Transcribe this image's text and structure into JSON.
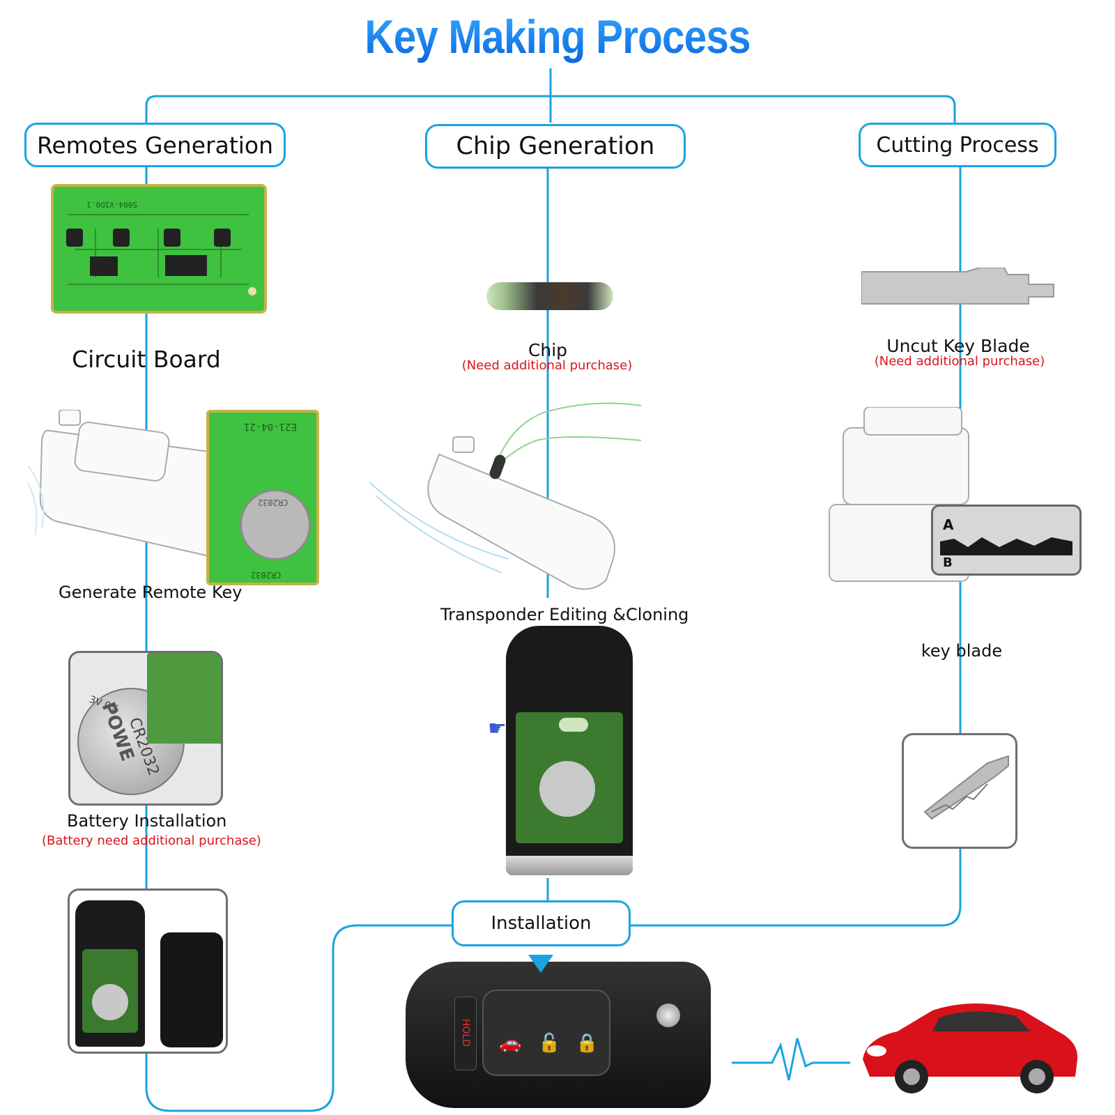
{
  "title": "Key Making Process",
  "colors": {
    "accent": "#1aa3e0",
    "title": "#0a84f0",
    "note": "#d9141b"
  },
  "columns": {
    "remotes": {
      "header": "Remotes Generation",
      "step1": "Circuit Board",
      "step2": "Generate Remote Key",
      "step3": "Battery Installation",
      "step3_note": "(Battery need additional purchase)"
    },
    "chip": {
      "header": "Chip Generation",
      "step1": "Chip",
      "step1_note": "(Need additional purchase)",
      "step2": "Transponder Editing &Cloning"
    },
    "cutting": {
      "header": "Cutting Process",
      "step1": "Uncut Key  Blade",
      "step1_note": "(Need additional purchase)",
      "step2": "key blade",
      "machine_marks": [
        "A",
        "B"
      ]
    }
  },
  "installation": "Installation",
  "pcb_texts": [
    "S004-V1D0.1",
    "E21-04-21",
    "CR2032",
    "CR2032"
  ],
  "key_buttons": [
    "HOLD"
  ],
  "battery_text": [
    "3V 0%",
    "POWE",
    "CR2032"
  ],
  "icons": [
    "circuit-board",
    "chip",
    "key-tool",
    "uncut-blade",
    "key-cutting-machine",
    "cut-key-blade",
    "battery",
    "flip-key",
    "car",
    "heartbeat",
    "pointing-hand"
  ]
}
